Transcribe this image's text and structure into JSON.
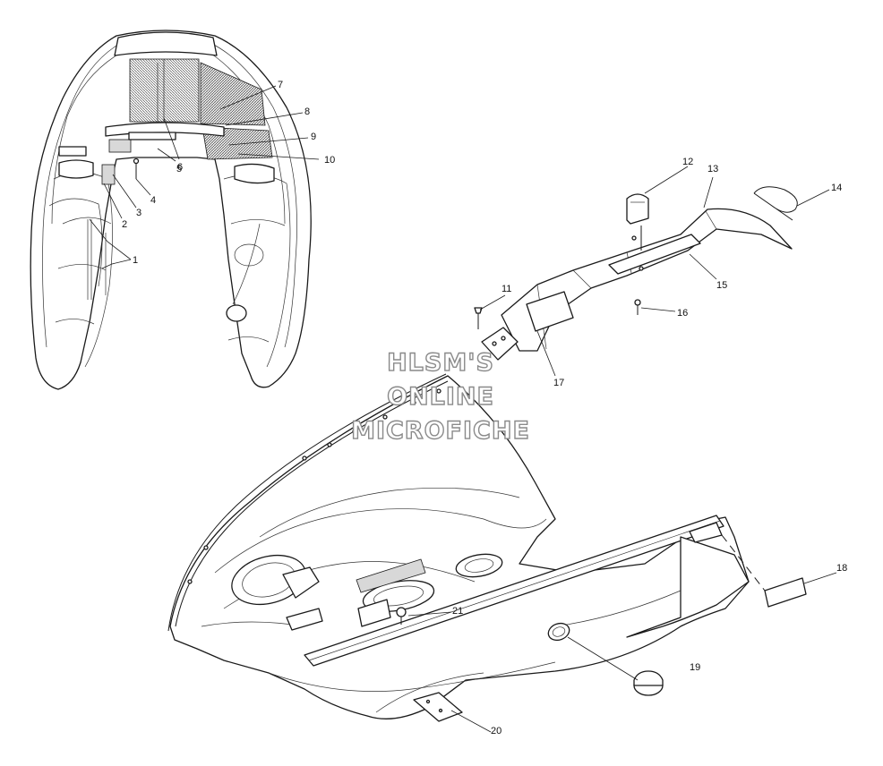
{
  "watermark": {
    "line1": "HLSM'S",
    "line2": "ONLINE",
    "line3": "MICROFICHE"
  },
  "callouts": [
    "1",
    "2",
    "3",
    "4",
    "5",
    "6",
    "7",
    "8",
    "9",
    "10",
    "11",
    "12",
    "13",
    "14",
    "15",
    "16",
    "17",
    "18",
    "19",
    "20",
    "21"
  ]
}
